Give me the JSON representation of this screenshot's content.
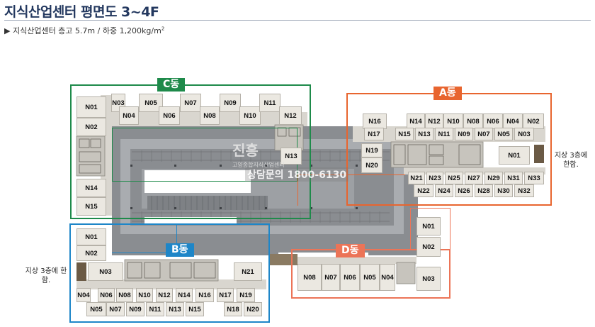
{
  "title": "지식산업센터 평면도 3~4F",
  "subtitle": {
    "marker": "▶",
    "text": "지식산업센터 층고 5.7m / 하중 1,200kg/m",
    "sup": "2"
  },
  "colors": {
    "title": "#23385f",
    "zone_c": "#1e8a4a",
    "zone_a": "#e8652f",
    "zone_b": "#1e86c8",
    "zone_d": "#ec7457",
    "unit_fill": "#ebe8e1",
    "parking": "#8a8d91"
  },
  "zones": {
    "c": {
      "label": "C동"
    },
    "a": {
      "label": "A동"
    },
    "b": {
      "label": "B동"
    },
    "d": {
      "label": "D동"
    }
  },
  "units": {
    "c": [
      "N01",
      "N02",
      "N03",
      "N04",
      "N05",
      "N06",
      "N07",
      "N08",
      "N09",
      "N10",
      "N11",
      "N12",
      "N13",
      "N14",
      "N15"
    ],
    "a": [
      "N16",
      "N14",
      "N12",
      "N10",
      "N08",
      "N06",
      "N04",
      "N02",
      "N17",
      "N15",
      "N13",
      "N11",
      "N09",
      "N07",
      "N05",
      "N03",
      "N19",
      "N20",
      "N01",
      "N21",
      "N23",
      "N25",
      "N27",
      "N29",
      "N31",
      "N33",
      "N22",
      "N24",
      "N26",
      "N28",
      "N30",
      "N32"
    ],
    "b": [
      "N01",
      "N02",
      "N03",
      "N21",
      "N04",
      "N06",
      "N08",
      "N10",
      "N12",
      "N14",
      "N16",
      "N17",
      "N19",
      "N05",
      "N07",
      "N09",
      "N11",
      "N13",
      "N15",
      "N18",
      "N20"
    ],
    "d": [
      "N01",
      "N02",
      "N03",
      "N08",
      "N07",
      "N06",
      "N05",
      "N04"
    ]
  },
  "notes": {
    "a_entrance": "지상 3층에 한함.",
    "b_entrance": "지상 3층에 한함."
  },
  "watermark": {
    "brand": "진흥",
    "line": "고양종합지식산업센터",
    "phone": "상담문의 1800-6130"
  }
}
